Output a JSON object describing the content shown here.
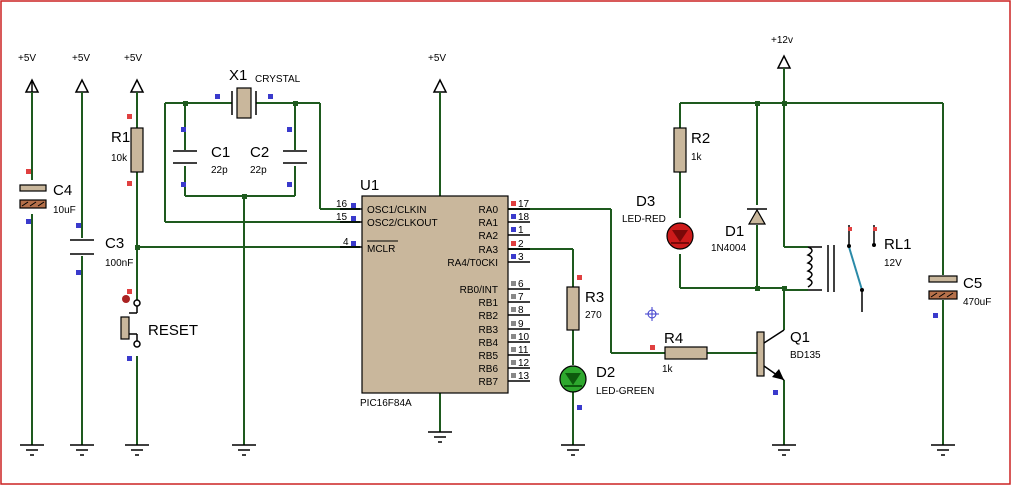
{
  "supply": {
    "p5v": "+5V",
    "p12v": "+12v"
  },
  "u1": {
    "ref": "U1",
    "part": "PIC16F84A",
    "left_pins": [
      {
        "num": "16",
        "name": "OSC1/CLKIN"
      },
      {
        "num": "15",
        "name": "OSC2/CLKOUT"
      },
      {
        "num": "4",
        "name": "MCLR"
      }
    ],
    "right_pins": [
      {
        "num": "17",
        "name": "RA0"
      },
      {
        "num": "18",
        "name": "RA1"
      },
      {
        "num": "1",
        "name": "RA2"
      },
      {
        "num": "2",
        "name": "RA3"
      },
      {
        "num": "3",
        "name": "RA4/T0CKI"
      },
      {
        "num": "6",
        "name": "RB0/INT"
      },
      {
        "num": "7",
        "name": "RB1"
      },
      {
        "num": "8",
        "name": "RB2"
      },
      {
        "num": "9",
        "name": "RB3"
      },
      {
        "num": "10",
        "name": "RB4"
      },
      {
        "num": "11",
        "name": "RB5"
      },
      {
        "num": "12",
        "name": "RB6"
      },
      {
        "num": "13",
        "name": "RB7"
      }
    ]
  },
  "parts": {
    "x1": {
      "ref": "X1",
      "value": "CRYSTAL"
    },
    "c1": {
      "ref": "C1",
      "value": "22p"
    },
    "c2": {
      "ref": "C2",
      "value": "22p"
    },
    "c3": {
      "ref": "C3",
      "value": "100nF"
    },
    "c4": {
      "ref": "C4",
      "value": "10uF"
    },
    "c5": {
      "ref": "C5",
      "value": "470uF"
    },
    "r1": {
      "ref": "R1",
      "value": "10k"
    },
    "r2": {
      "ref": "R2",
      "value": "1k"
    },
    "r3": {
      "ref": "R3",
      "value": "270"
    },
    "r4": {
      "ref": "R4",
      "value": "1k"
    },
    "d1": {
      "ref": "D1",
      "value": "1N4004"
    },
    "d2": {
      "ref": "D2",
      "value": "LED-GREEN"
    },
    "d3": {
      "ref": "D3",
      "value": "LED-RED"
    },
    "q1": {
      "ref": "Q1",
      "value": "BD135"
    },
    "rl1": {
      "ref": "RL1",
      "value": "12V"
    },
    "reset": {
      "ref": "RESET"
    }
  },
  "colors": {
    "wire": "#1e5a1e",
    "body": "#c9b79c",
    "pin_blue": "#3a3acc",
    "pin_red": "#e04040",
    "border": "#cc2222"
  }
}
